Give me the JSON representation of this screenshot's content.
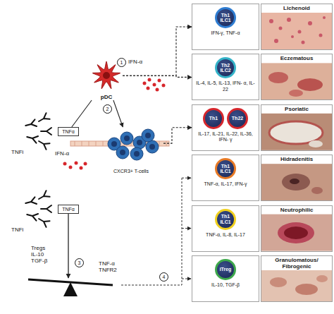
{
  "diagram": {
    "nodes": [
      {
        "text": [
          "TNFα"
        ]
      },
      {
        "text": [
          "pDC"
        ]
      },
      {
        "text": [
          "CXCR3+ T-cells"
        ]
      },
      {
        "text": [
          "TNFα"
        ]
      },
      {
        "text": [
          "IFN-γ, TNF-α"
        ]
      },
      {
        "text": [
          "Th1",
          "ILC1"
        ],
        "in": 4
      },
      {
        "text": [
          "Lichenoid"
        ]
      },
      {
        "text": [
          "IL-4, IL-5, IL-13, IFN- α, IL-22"
        ]
      },
      {
        "text": [
          "Th2",
          "ILC2"
        ],
        "in": 7
      },
      {
        "text": [
          "Eczematous"
        ]
      },
      {
        "text": [
          "IL-17, IL-21, IL-22, IL-36, IFN- γ"
        ]
      },
      {
        "text": [
          "Th1"
        ],
        "in": 10
      },
      {
        "text": [
          "Th22"
        ],
        "in": 10
      },
      {
        "text": [
          "Psoriatic"
        ]
      },
      {
        "text": [
          "TNF-α, IL-17, IFN-γ"
        ]
      },
      {
        "text": [
          "Th1",
          "ILC1"
        ],
        "in": 14
      },
      {
        "text": [
          "Hidradenitis"
        ]
      },
      {
        "text": [
          "TNF-α, IL-8, IL-17"
        ]
      },
      {
        "text": [
          "Th1",
          "ILC1"
        ],
        "in": 17
      },
      {
        "text": [
          "Neutrophilic"
        ]
      },
      {
        "text": [
          "IL-10, TGF-β"
        ]
      },
      {
        "text": [
          "iTreg"
        ],
        "in": 20
      },
      {
        "text": [
          "Granulomatous/ Fibrogenic"
        ]
      }
    ],
    "edges": [
      {
        "from": 0,
        "to": 1,
        "arrow": "none"
      },
      {
        "from": 1,
        "to": 2,
        "arrow": "to"
      },
      {
        "from": 1,
        "to": 4,
        "arrow": "to"
      },
      {
        "from": 1,
        "to": 7,
        "arrow": "to"
      },
      {
        "from": 2,
        "to": 10,
        "arrow": "to"
      }
    ],
    "labels": [
      "TNFi",
      "IFN-α",
      "IFN-α",
      "1",
      "2",
      "TNFi",
      "Tregs IL-10 TGF-β",
      "TNF-α TNFR2",
      "3",
      "4"
    ]
  }
}
